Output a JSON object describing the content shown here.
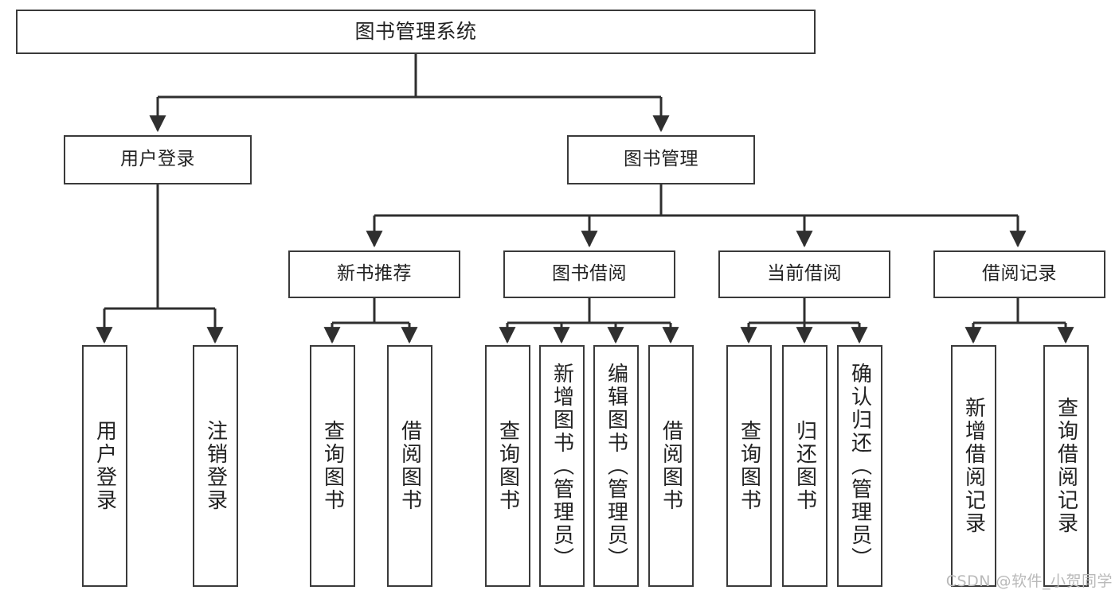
{
  "diagram": {
    "title": "图书管理系统",
    "type": "tree",
    "watermark": "CSDN @软件_小贺同学",
    "colors": {
      "box_border": "#3a3a3a",
      "connector": "#2f2f2f",
      "background": "#ffffff",
      "text": "#222222",
      "watermark": "#b9b9b9"
    },
    "nodes": {
      "root": {
        "label": "图书管理系统",
        "level": 1
      },
      "user_login": {
        "label": "用户登录",
        "level": 2
      },
      "book_manage": {
        "label": "图书管理",
        "level": 2
      },
      "new_book_rec": {
        "label": "新书推荐",
        "level": 3
      },
      "book_borrow": {
        "label": "图书借阅",
        "level": 3
      },
      "current_borrow": {
        "label": "当前借阅",
        "level": 3
      },
      "borrow_record": {
        "label": "借阅记录",
        "level": 3
      },
      "leaf_user_login": {
        "label": "用户登录",
        "level": 3
      },
      "leaf_logout": {
        "label": "注销登录",
        "level": 3
      },
      "leaf_query_book_1": {
        "label": "查询图书",
        "level": 4
      },
      "leaf_borrow_book_1": {
        "label": "借阅图书",
        "level": 4
      },
      "leaf_query_book_2": {
        "label": "查询图书",
        "level": 4
      },
      "leaf_add_book": {
        "label": "新增图书（管理员）",
        "level": 4
      },
      "leaf_edit_book": {
        "label": "编辑图书（管理员）",
        "level": 4
      },
      "leaf_borrow_book_2": {
        "label": "借阅图书",
        "level": 4
      },
      "leaf_query_book_3": {
        "label": "查询图书",
        "level": 4
      },
      "leaf_return_book": {
        "label": "归还图书",
        "level": 4
      },
      "leaf_confirm_return": {
        "label": "确认归还（管理员）",
        "level": 4
      },
      "leaf_add_record": {
        "label": "新增借阅记录",
        "level": 4
      },
      "leaf_query_record": {
        "label": "查询借阅记录",
        "level": 4
      }
    },
    "edges": [
      {
        "from": "root",
        "to": "user_login"
      },
      {
        "from": "root",
        "to": "book_manage"
      },
      {
        "from": "user_login",
        "to": "leaf_user_login"
      },
      {
        "from": "user_login",
        "to": "leaf_logout"
      },
      {
        "from": "book_manage",
        "to": "new_book_rec"
      },
      {
        "from": "book_manage",
        "to": "book_borrow"
      },
      {
        "from": "book_manage",
        "to": "current_borrow"
      },
      {
        "from": "book_manage",
        "to": "borrow_record"
      },
      {
        "from": "new_book_rec",
        "to": "leaf_query_book_1"
      },
      {
        "from": "new_book_rec",
        "to": "leaf_borrow_book_1"
      },
      {
        "from": "book_borrow",
        "to": "leaf_query_book_2"
      },
      {
        "from": "book_borrow",
        "to": "leaf_add_book"
      },
      {
        "from": "book_borrow",
        "to": "leaf_edit_book"
      },
      {
        "from": "book_borrow",
        "to": "leaf_borrow_book_2"
      },
      {
        "from": "current_borrow",
        "to": "leaf_query_book_3"
      },
      {
        "from": "current_borrow",
        "to": "leaf_return_book"
      },
      {
        "from": "current_borrow",
        "to": "leaf_confirm_return"
      },
      {
        "from": "borrow_record",
        "to": "leaf_add_record"
      },
      {
        "from": "borrow_record",
        "to": "leaf_query_record"
      }
    ]
  }
}
